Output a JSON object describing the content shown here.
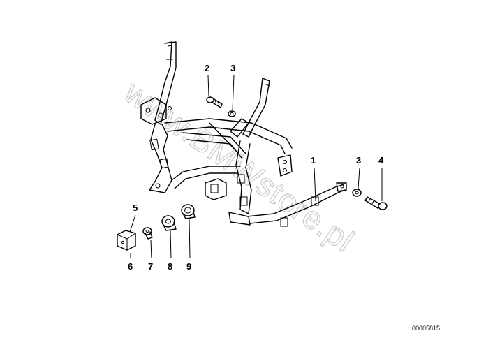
{
  "diagram": {
    "watermark": "www.BMWstore.pl",
    "drawing_number": "00005815",
    "callouts": [
      "1",
      "2",
      "3",
      "3",
      "4",
      "5",
      "6",
      "7",
      "8",
      "9"
    ]
  }
}
